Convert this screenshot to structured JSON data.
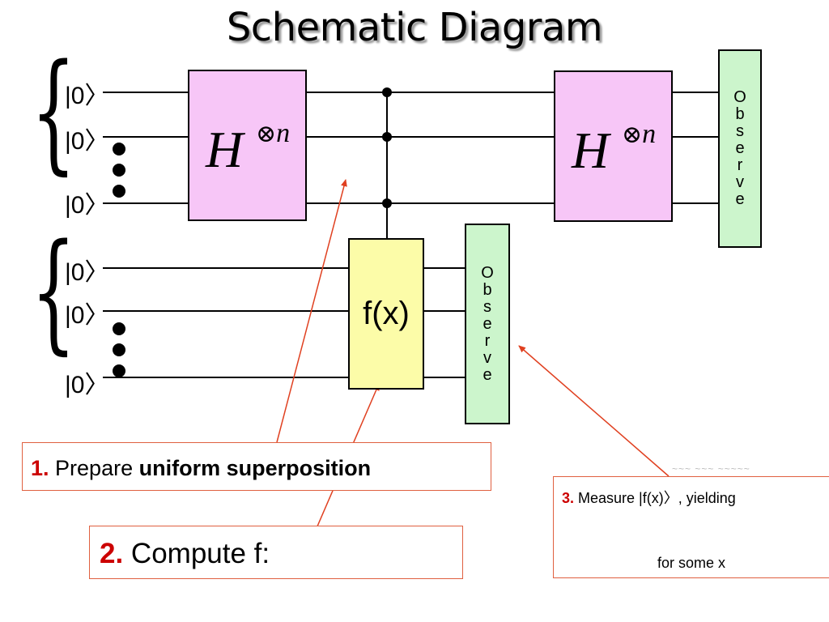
{
  "title": "Schematic Diagram",
  "qubit_label": "|0〉",
  "hadamard_gate": {
    "base": "H",
    "tensor_symbol": "⊗",
    "exponent": "n"
  },
  "oracle_gate": {
    "label": "f(x)"
  },
  "observe_label": [
    "O",
    "b",
    "s",
    "e",
    "r",
    "v",
    "e"
  ],
  "callouts": {
    "step1": {
      "number": "1.",
      "text": " Prepare ",
      "bold": "uniform superposition"
    },
    "step2": {
      "number": "2.",
      "text": " Compute f:"
    },
    "step3": {
      "number": "3.",
      "text": " Measure |f(x)〉, yielding",
      "line2": "for some x"
    }
  },
  "colors": {
    "hadamard_fill": "#f7c6f7",
    "oracle_fill": "#fcfca8",
    "observe_fill": "#ccf5cc",
    "arrow": "#e04020",
    "step_number": "#cc0000"
  }
}
